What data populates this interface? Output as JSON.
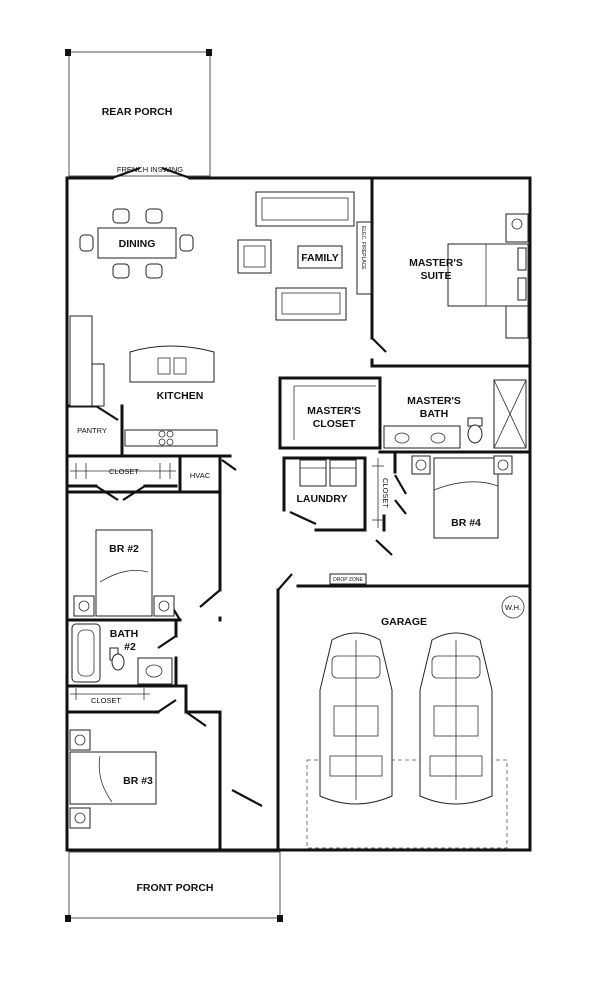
{
  "rooms": {
    "rear_porch": "REAR PORCH",
    "french_inswing": "FRENCH INSWING",
    "dining": "DINING",
    "family": "FAMILY",
    "elec_fireplace": "ELEC. FIREPLACE",
    "masters_suite_1": "MASTER'S",
    "masters_suite_2": "SUITE",
    "kitchen": "KITCHEN",
    "pantry": "PANTRY",
    "masters_closet_1": "MASTER'S",
    "masters_closet_2": "CLOSET",
    "masters_bath_1": "MASTER'S",
    "masters_bath_2": "BATH",
    "closet_hall": "CLOSET",
    "hvac": "HVAC",
    "laundry": "LAUNDRY",
    "closet_laundry": "CLOSET",
    "br4": "BR #4",
    "br2": "BR #2",
    "drop_zone": "DROP ZONE",
    "garage": "GARAGE",
    "water_heater": "W.H.",
    "bath2_1": "BATH",
    "bath2_2": "#2",
    "closet_br3": "CLOSET",
    "br3": "BR #3",
    "front_porch": "FRONT PORCH"
  }
}
